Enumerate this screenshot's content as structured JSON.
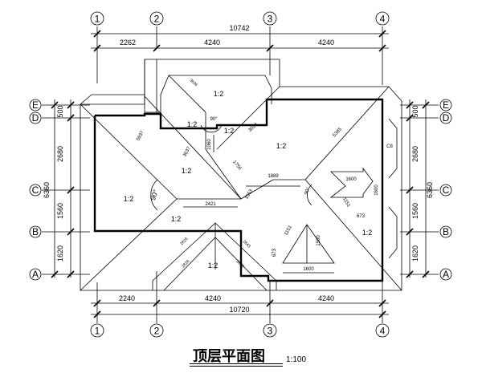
{
  "title": "顶层平面图",
  "scale": "1:100",
  "axes": {
    "columns": [
      "1",
      "2",
      "3",
      "4"
    ],
    "rows": [
      "A",
      "B",
      "C",
      "D",
      "E"
    ]
  },
  "dimensions": {
    "top_total": "10742",
    "top_segments": [
      "2262",
      "4240",
      "4240"
    ],
    "bottom_total": "10720",
    "bottom_segments": [
      "2240",
      "4240",
      "4240"
    ],
    "side_segments": [
      "500",
      "2680",
      "1560",
      "1620"
    ],
    "side_total": "6360"
  },
  "slopes": {
    "ratio": "1:2"
  },
  "annotations": {
    "angle": "90°",
    "line_5937": "5937",
    "line_3637": "3637",
    "line_3636": "3636",
    "line_3024": "3024",
    "line_5385": "5385",
    "line_1756": "1756",
    "line_1889": "1889",
    "line_2421": "2421",
    "line_1060": "1060",
    "line_1553": "1553",
    "line_1600a": "1600",
    "line_1600b": "1600",
    "line_1151a": "1151",
    "line_1151b": "1151",
    "line_673a": "673",
    "line_673b": "673",
    "line_1500": "1500",
    "line_1600c": "1600",
    "line_2828a": "2828",
    "line_2843": "2843",
    "line_2828b": "2828",
    "line_2828c": "2828",
    "cb_label": "C8"
  }
}
